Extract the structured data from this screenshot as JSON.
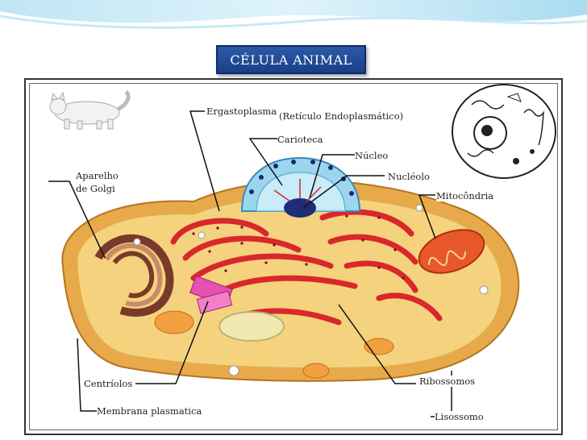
{
  "title": "CÉLULA ANIMAL",
  "labels": {
    "ergastoplasma": "Ergastoplasma",
    "reticulo": "(Retículo Endoplasmático)",
    "carioteca": "Carioteca",
    "nucleo": "Núcleo",
    "aparelho_line1": "Aparelho",
    "aparelho_line2": "de Golgi",
    "nucleolo": "Nucléolo",
    "mitocondria": "Mitocôndria",
    "centriolos": "Centríolos",
    "ribossomos": "Ribossomos",
    "membrana": "Membrana plasmatica",
    "lisossomo": "Lisossomo"
  },
  "colors": {
    "title_bg": "#2a5aa8",
    "cytoplasm": "#f3cf7a",
    "membrane": "#e6a23c",
    "er": "#e2373a",
    "nucleus": "#8fd3f0",
    "golgi": "#8a4a3a",
    "mitochondria": "#e25a2a",
    "centriole": "#e040a0"
  }
}
